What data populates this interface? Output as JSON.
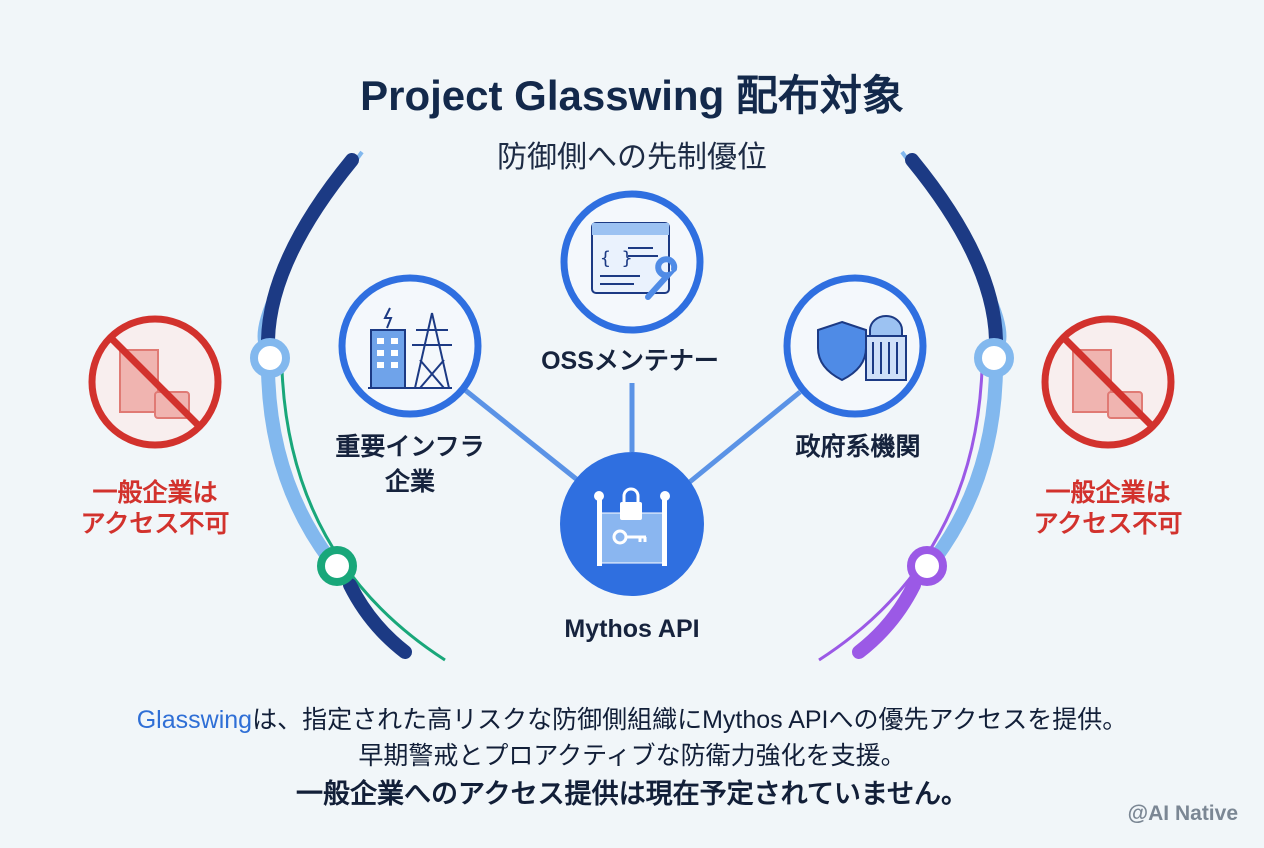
{
  "title": "Project Glasswing 配布対象",
  "subtitle": "防御側への先制優位",
  "nodes": {
    "infra": {
      "line1": "重要インフラ",
      "line2": "企業",
      "icon": "building-power-tower-icon"
    },
    "oss": {
      "label": "OSSメンテナー",
      "icon": "code-window-wrench-icon"
    },
    "gov": {
      "label": "政府系機関",
      "icon": "shield-capitol-icon"
    },
    "core": {
      "label": "Mythos API",
      "icon": "locked-gate-key-icon"
    }
  },
  "denied": {
    "line1": "一般企業は",
    "line2": "アクセス不可",
    "icon": "no-building-icon"
  },
  "bottom": {
    "line1_highlight": "Glasswing",
    "line1_rest": "は、指定された高リスクな防御側組織にMythos APIへの優先アクセスを提供。",
    "line2": "早期警戒とプロアクティブな防衛力強化を支援。",
    "line3": "一般企業へのアクセス提供は現在予定されていません。"
  },
  "credit": "@AI Native",
  "colors": {
    "navy": "#1c3a84",
    "blue": "#2f6fe0",
    "light": "#82b8ee",
    "green": "#19a77a",
    "purple": "#9b59e6",
    "red": "#d2322d"
  }
}
